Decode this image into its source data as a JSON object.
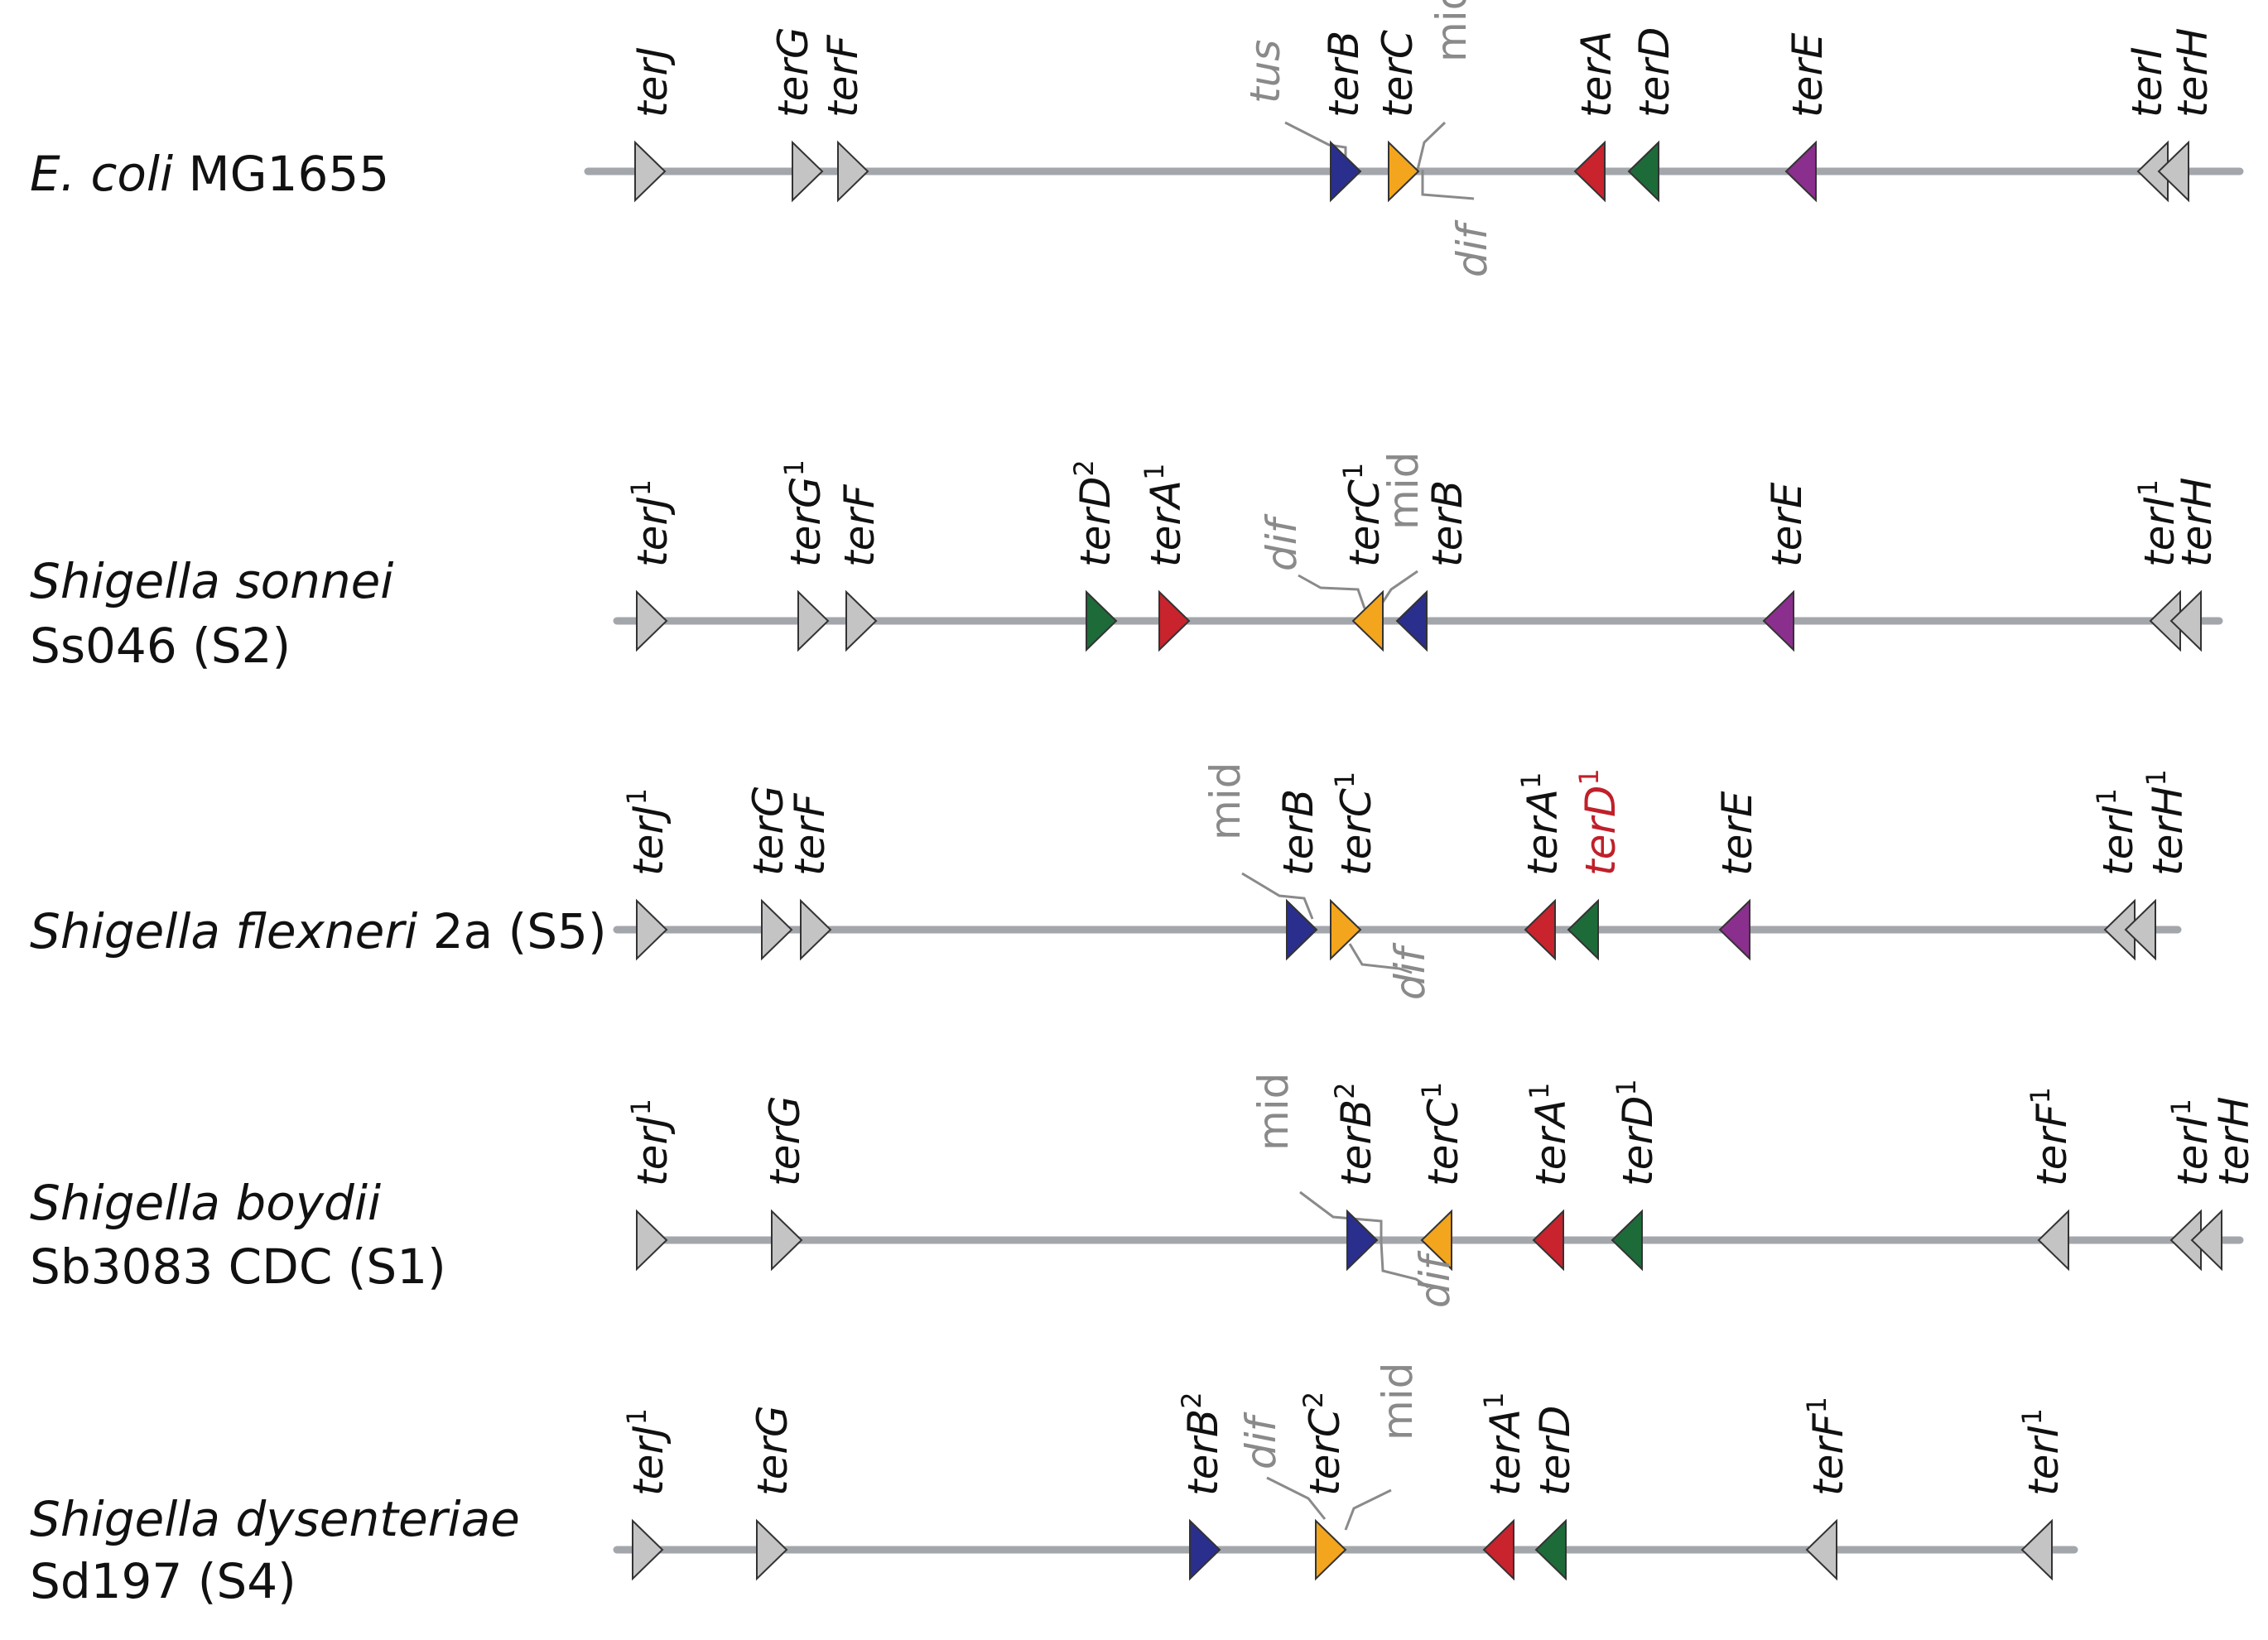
{
  "colors": {
    "backbone": "#a3a6ab",
    "gray": "#c4c4c4",
    "navy": "#2a2e8c",
    "orange": "#f3a51d",
    "red": "#c9232d",
    "green": "#1e6b3a",
    "purple": "#8b2f8e",
    "callout": "#8a8a8a",
    "label_red": "#c0202a"
  },
  "strains": [
    {
      "name_italic": "E. coli",
      "name_rest": " MG1655",
      "name_line2": "",
      "sites": [
        {
          "label": "terJ",
          "sup": "",
          "dir": "right",
          "color": "gray"
        },
        {
          "label": "terG",
          "sup": "",
          "dir": "right",
          "color": "gray"
        },
        {
          "label": "terF",
          "sup": "",
          "dir": "right",
          "color": "gray"
        },
        {
          "label": "terB",
          "sup": "",
          "dir": "right",
          "color": "navy"
        },
        {
          "label": "terC",
          "sup": "",
          "dir": "right",
          "color": "orange"
        },
        {
          "label": "terA",
          "sup": "",
          "dir": "left",
          "color": "red"
        },
        {
          "label": "terD",
          "sup": "",
          "dir": "left",
          "color": "green"
        },
        {
          "label": "terE",
          "sup": "",
          "dir": "left",
          "color": "purple"
        },
        {
          "label": "terI",
          "sup": "",
          "dir": "left",
          "color": "gray"
        },
        {
          "label": "terH",
          "sup": "",
          "dir": "left",
          "color": "gray"
        }
      ],
      "markers": [
        {
          "label": "tus",
          "style": "gray-italic"
        },
        {
          "label": "mid",
          "style": "gray-upright"
        },
        {
          "label": "dif",
          "style": "gray-italic"
        }
      ]
    },
    {
      "name_italic": "Shigella sonnei",
      "name_rest": "",
      "name_line2": "Ss046 (S2)",
      "sites": [
        {
          "label": "terJ",
          "sup": "1",
          "dir": "right",
          "color": "gray"
        },
        {
          "label": "terG",
          "sup": "1",
          "dir": "right",
          "color": "gray"
        },
        {
          "label": "terF",
          "sup": "",
          "dir": "right",
          "color": "gray"
        },
        {
          "label": "terD",
          "sup": "2",
          "dir": "right",
          "color": "green"
        },
        {
          "label": "terA",
          "sup": "1",
          "dir": "right",
          "color": "red"
        },
        {
          "label": "terC",
          "sup": "1",
          "dir": "left",
          "color": "orange"
        },
        {
          "label": "terB",
          "sup": "",
          "dir": "left",
          "color": "navy"
        },
        {
          "label": "terE",
          "sup": "",
          "dir": "left",
          "color": "purple"
        },
        {
          "label": "terI",
          "sup": "1",
          "dir": "left",
          "color": "gray"
        },
        {
          "label": "terH",
          "sup": "",
          "dir": "left",
          "color": "gray"
        }
      ],
      "markers": [
        {
          "label": "dif",
          "style": "gray-italic"
        },
        {
          "label": "mid",
          "style": "gray-upright"
        }
      ]
    },
    {
      "name_italic": "Shigella flexneri",
      "name_rest": " 2a (S5)",
      "name_line2": "",
      "sites": [
        {
          "label": "terJ",
          "sup": "1",
          "dir": "right",
          "color": "gray"
        },
        {
          "label": "terG",
          "sup": "",
          "dir": "right",
          "color": "gray"
        },
        {
          "label": "terF",
          "sup": "",
          "dir": "right",
          "color": "gray"
        },
        {
          "label": "terB",
          "sup": "",
          "dir": "right",
          "color": "navy"
        },
        {
          "label": "terC",
          "sup": "1",
          "dir": "right",
          "color": "orange"
        },
        {
          "label": "terA",
          "sup": "1",
          "dir": "left",
          "color": "red"
        },
        {
          "label": "terD",
          "sup": "1",
          "dir": "left",
          "color": "green",
          "label_color": "red"
        },
        {
          "label": "terE",
          "sup": "",
          "dir": "left",
          "color": "purple"
        },
        {
          "label": "terI",
          "sup": "1",
          "dir": "left",
          "color": "gray"
        },
        {
          "label": "terH",
          "sup": "1",
          "dir": "left",
          "color": "gray"
        }
      ],
      "markers": [
        {
          "label": "mid",
          "style": "gray-upright"
        },
        {
          "label": "dif",
          "style": "gray-italic"
        }
      ]
    },
    {
      "name_italic": "Shigella boydii",
      "name_rest": "",
      "name_line2": "Sb3083 CDC (S1)",
      "sites": [
        {
          "label": "terJ",
          "sup": "1",
          "dir": "right",
          "color": "gray"
        },
        {
          "label": "terG",
          "sup": "",
          "dir": "right",
          "color": "gray"
        },
        {
          "label": "terB",
          "sup": "2",
          "dir": "right",
          "color": "navy"
        },
        {
          "label": "terC",
          "sup": "1",
          "dir": "left",
          "color": "orange"
        },
        {
          "label": "terA",
          "sup": "1",
          "dir": "left",
          "color": "red"
        },
        {
          "label": "terD",
          "sup": "1",
          "dir": "left",
          "color": "green"
        },
        {
          "label": "terF",
          "sup": "1",
          "dir": "left",
          "color": "gray"
        },
        {
          "label": "terI",
          "sup": "1",
          "dir": "left",
          "color": "gray"
        },
        {
          "label": "terH",
          "sup": "",
          "dir": "left",
          "color": "gray"
        }
      ],
      "markers": [
        {
          "label": "mid",
          "style": "gray-upright"
        },
        {
          "label": "dif",
          "style": "gray-italic"
        }
      ]
    },
    {
      "name_italic": "Shigella dysenteriae",
      "name_rest": "",
      "name_line2": "Sd197 (S4)",
      "sites": [
        {
          "label": "terJ",
          "sup": "1",
          "dir": "right",
          "color": "gray"
        },
        {
          "label": "terG",
          "sup": "",
          "dir": "right",
          "color": "gray"
        },
        {
          "label": "terB",
          "sup": "2",
          "dir": "right",
          "color": "navy"
        },
        {
          "label": "terC",
          "sup": "2",
          "dir": "right",
          "color": "orange"
        },
        {
          "label": "terA",
          "sup": "1",
          "dir": "left",
          "color": "red"
        },
        {
          "label": "terD",
          "sup": "",
          "dir": "left",
          "color": "green"
        },
        {
          "label": "terF",
          "sup": "1",
          "dir": "left",
          "color": "gray"
        },
        {
          "label": "terI",
          "sup": "1",
          "dir": "left",
          "color": "gray"
        }
      ],
      "markers": [
        {
          "label": "dif",
          "style": "gray-italic"
        },
        {
          "label": "mid",
          "style": "gray-upright"
        }
      ]
    }
  ]
}
